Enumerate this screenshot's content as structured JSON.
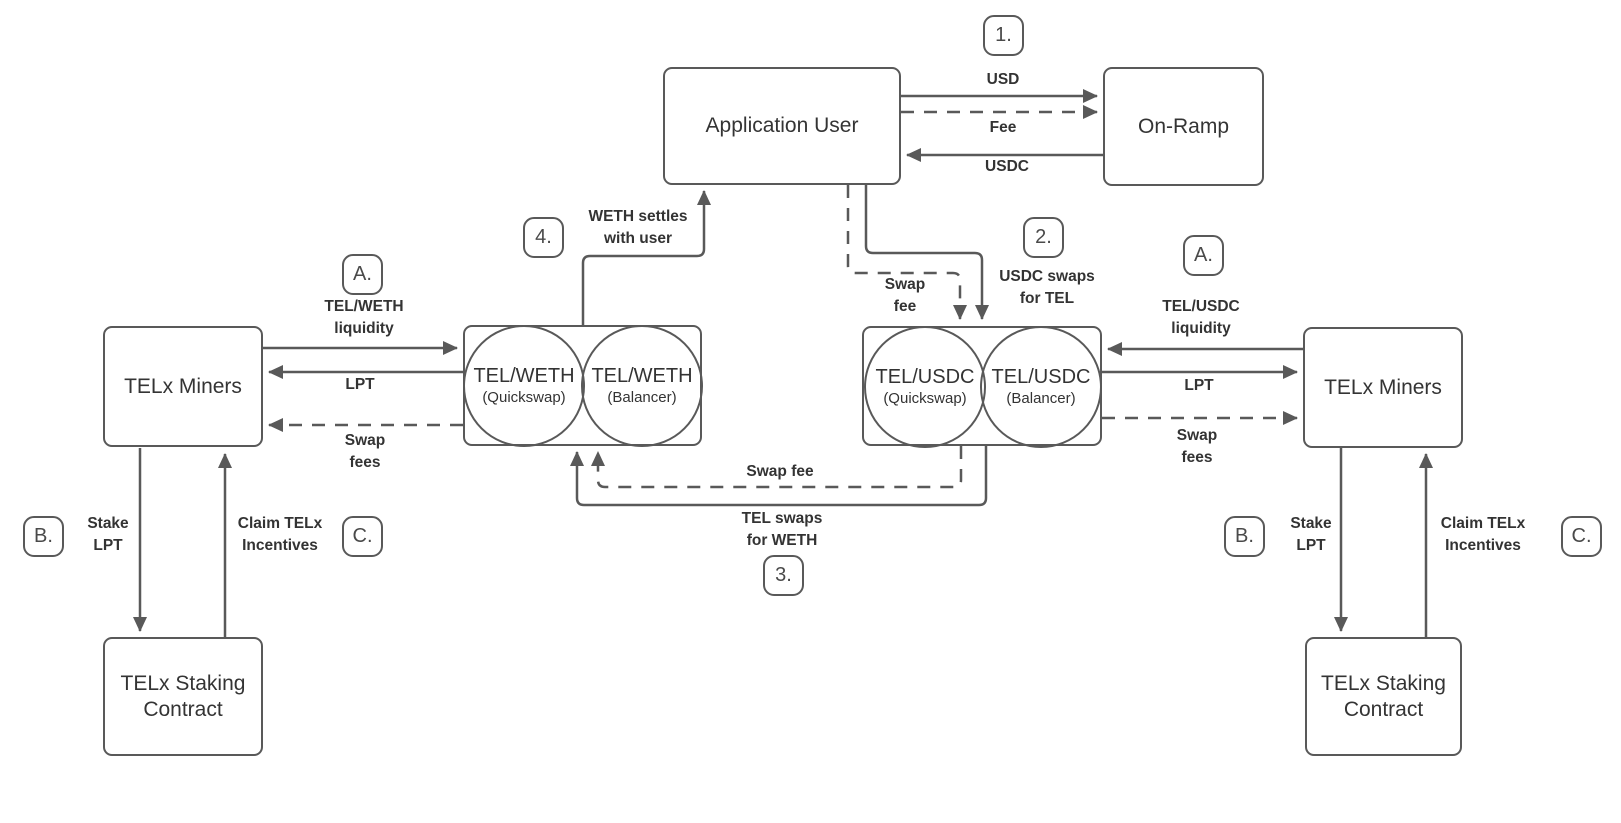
{
  "colors": {
    "stroke": "#595959",
    "node_text": "#343434",
    "label_text": "#333333",
    "background": "#ffffff"
  },
  "nodes": {
    "application_user": "Application User",
    "on_ramp": "On-Ramp",
    "miners_left": "TELx Miners",
    "miners_right": "TELx Miners",
    "staking_left": "TELx Staking\nContract",
    "staking_right": "TELx Staking\nContract"
  },
  "pools": {
    "weth_quickswap": {
      "pair": "TEL/WETH",
      "venue": "(Quickswap)"
    },
    "weth_balancer": {
      "pair": "TEL/WETH",
      "venue": "(Balancer)"
    },
    "usdc_quickswap": {
      "pair": "TEL/USDC",
      "venue": "(Quickswap)"
    },
    "usdc_balancer": {
      "pair": "TEL/USDC",
      "venue": "(Balancer)"
    }
  },
  "badges": {
    "step1": "1.",
    "step2": "2.",
    "step3": "3.",
    "step4": "4.",
    "a_left": "A.",
    "a_right": "A.",
    "b_left": "B.",
    "b_right": "B.",
    "c_left": "C.",
    "c_right": "C."
  },
  "edge_labels": {
    "usd": "USD",
    "fee": "Fee",
    "usdc": "USDC",
    "weth_settles": "WETH settles\nwith user",
    "swap_fee_mid": "Swap\nfee",
    "usdc_swaps": "USDC swaps\nfor TEL",
    "weth_liquidity": "TEL/WETH\nliquidity",
    "lpt_left": "LPT",
    "swap_fees_left": "Swap\nfees",
    "usdc_liquidity": "TEL/USDC\nliquidity",
    "lpt_right": "LPT",
    "swap_fees_right": "Swap\nfees",
    "swap_fee_bottom": "Swap fee",
    "tel_swaps": "TEL swaps\nfor WETH",
    "stake_lpt_left": "Stake\nLPT",
    "claim_left": "Claim TELx\nIncentives",
    "stake_lpt_right": "Stake\nLPT",
    "claim_right": "Claim TELx\nIncentives"
  }
}
